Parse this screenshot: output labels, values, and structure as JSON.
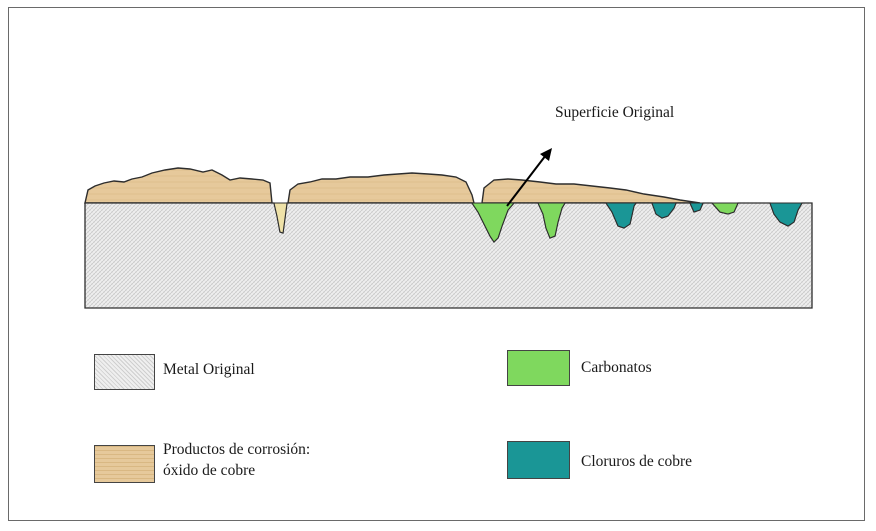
{
  "diagram": {
    "annotation": "Superficie Original",
    "colors": {
      "metal": "#e6e6e6",
      "corrosion": "#e3c79a",
      "carbonate": "#7fd85e",
      "chloride": "#1a9696",
      "outline": "#333333"
    }
  },
  "legend": {
    "metal": "Metal Original",
    "carbonate": "Carbonatos",
    "corrosion_line1": "Productos de corrosión:",
    "corrosion_line2": "óxido de cobre",
    "chloride": "Cloruros de cobre"
  }
}
